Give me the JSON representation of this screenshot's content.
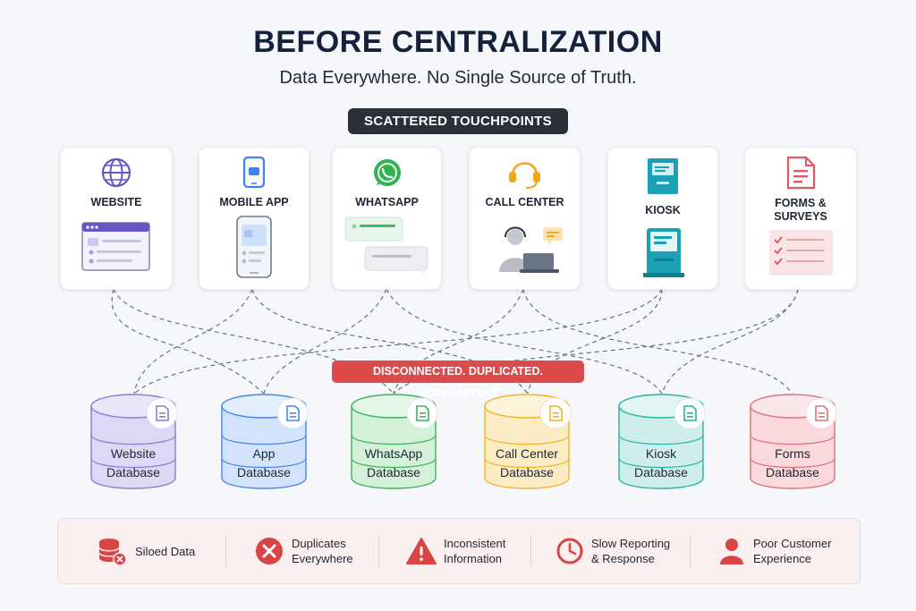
{
  "header": {
    "title": "BEFORE CENTRALIZATION",
    "subtitle": "Data Everywhere. No Single Source of Truth.",
    "section_label": "SCATTERED TOUCHPOINTS"
  },
  "touchpoints": [
    {
      "label_line1": "WEBSITE",
      "label_line2": "",
      "icon": "globe-icon",
      "color": "#6a54c6"
    },
    {
      "label_line1": "MOBILE APP",
      "label_line2": "",
      "icon": "smartphone-icon",
      "color": "#3b82f6"
    },
    {
      "label_line1": "WHATSAPP",
      "label_line2": "",
      "icon": "whatsapp-icon",
      "color": "#2fb352"
    },
    {
      "label_line1": "CALL CENTER",
      "label_line2": "",
      "icon": "headset-icon",
      "color": "#f2a81d"
    },
    {
      "label_line1": "KIOSK",
      "label_line2": "",
      "icon": "kiosk-icon",
      "color": "#1aa1b5"
    },
    {
      "label_line1": "FORMS &",
      "label_line2": "SURVEYS",
      "icon": "form-icon",
      "color": "#e05a66"
    }
  ],
  "warning_banner": "DISCONNECTED. DUPLICATED. INCONSISTENT.",
  "databases": [
    {
      "line1": "Website",
      "line2": "Database",
      "icon": "document-icon",
      "color": "#8b7ad6",
      "fill": "#ddd8f3"
    },
    {
      "line1": "App",
      "line2": "Database",
      "icon": "document-icon",
      "color": "#4a86e8",
      "fill": "#d3e3fb"
    },
    {
      "line1": "WhatsApp",
      "line2": "Database",
      "icon": "document-icon",
      "color": "#3fb35c",
      "fill": "#d3f0d9"
    },
    {
      "line1": "Call Center",
      "line2": "Database",
      "icon": "document-icon",
      "color": "#f0b429",
      "fill": "#fcecc4"
    },
    {
      "line1": "Kiosk",
      "line2": "Database",
      "icon": "document-icon",
      "color": "#27b3a5",
      "fill": "#cfeeeb"
    },
    {
      "line1": "Forms",
      "line2": "Database",
      "icon": "document-icon",
      "color": "#e0707b",
      "fill": "#f9d9dc"
    }
  ],
  "issues": [
    {
      "line1": "Siloed Data",
      "line2": "",
      "icon": "database-error-icon"
    },
    {
      "line1": "Duplicates",
      "line2": "Everywhere",
      "icon": "error-circle-icon"
    },
    {
      "line1": "Inconsistent",
      "line2": "Information",
      "icon": "warning-triangle-icon"
    },
    {
      "line1": "Slow Reporting",
      "line2": "& Response",
      "icon": "clock-icon"
    },
    {
      "line1": "Poor Customer",
      "line2": "Experience",
      "icon": "user-icon"
    }
  ],
  "colors": {
    "accent_red": "#d94545",
    "dark": "#14213d"
  }
}
